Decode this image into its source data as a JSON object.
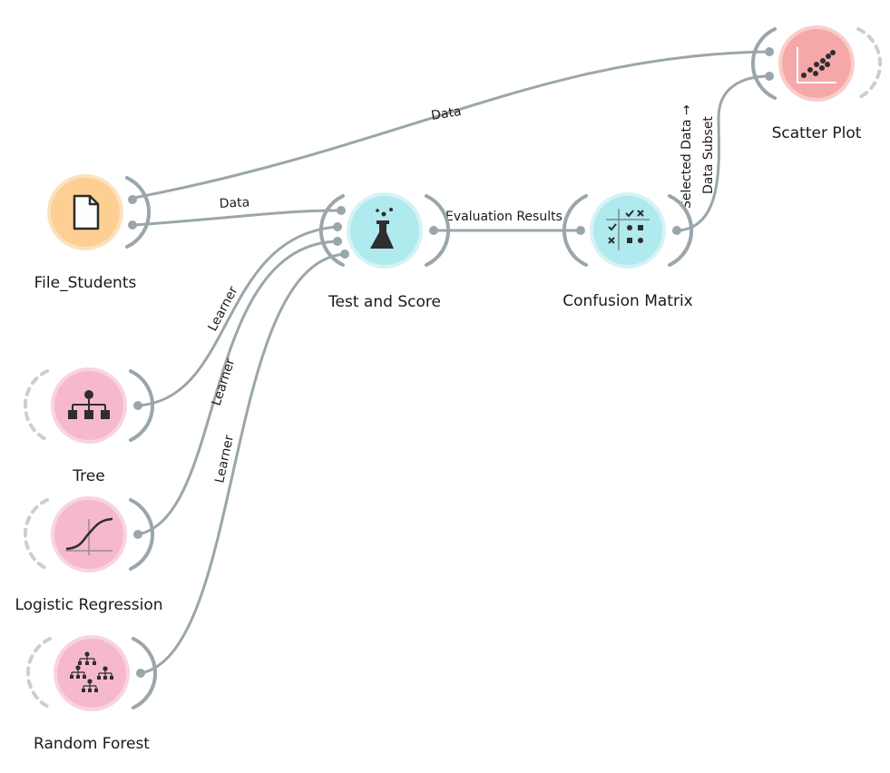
{
  "colors": {
    "data_node": "#fdcf92",
    "data_node_ring": "#fbe2bf",
    "eval_node": "#aeeaee",
    "eval_node_ring": "#d5f3f5",
    "model_node": "#f6b8cd",
    "model_node_ring": "#fad3e0",
    "viz_node": "#f6a8a8",
    "viz_node_ring": "#f9cdcb",
    "link": "#9aa6ab"
  },
  "nodes": {
    "file_students": {
      "label": "File_Students",
      "icon": "document-icon"
    },
    "test_and_score": {
      "label": "Test and Score",
      "icon": "flask-icon"
    },
    "confusion_matrix": {
      "label": "Confusion Matrix",
      "icon": "confusion-matrix-icon"
    },
    "scatter_plot": {
      "label": "Scatter Plot",
      "icon": "scatter-plot-icon"
    },
    "tree": {
      "label": "Tree",
      "icon": "tree-icon"
    },
    "logistic_regression": {
      "label": "Logistic Regression",
      "icon": "sigmoid-curve-icon"
    },
    "random_forest": {
      "label": "Random Forest",
      "icon": "forest-icon"
    }
  },
  "links": {
    "file_to_scatter": "Data",
    "file_to_test": "Data",
    "test_to_confusion": "Evaluation Results",
    "confusion_to_scatter_line1": "Selected Data →",
    "confusion_to_scatter_line2": "Data Subset",
    "tree_to_test": "Learner",
    "logreg_to_test": "Learner",
    "forest_to_test": "Learner"
  }
}
